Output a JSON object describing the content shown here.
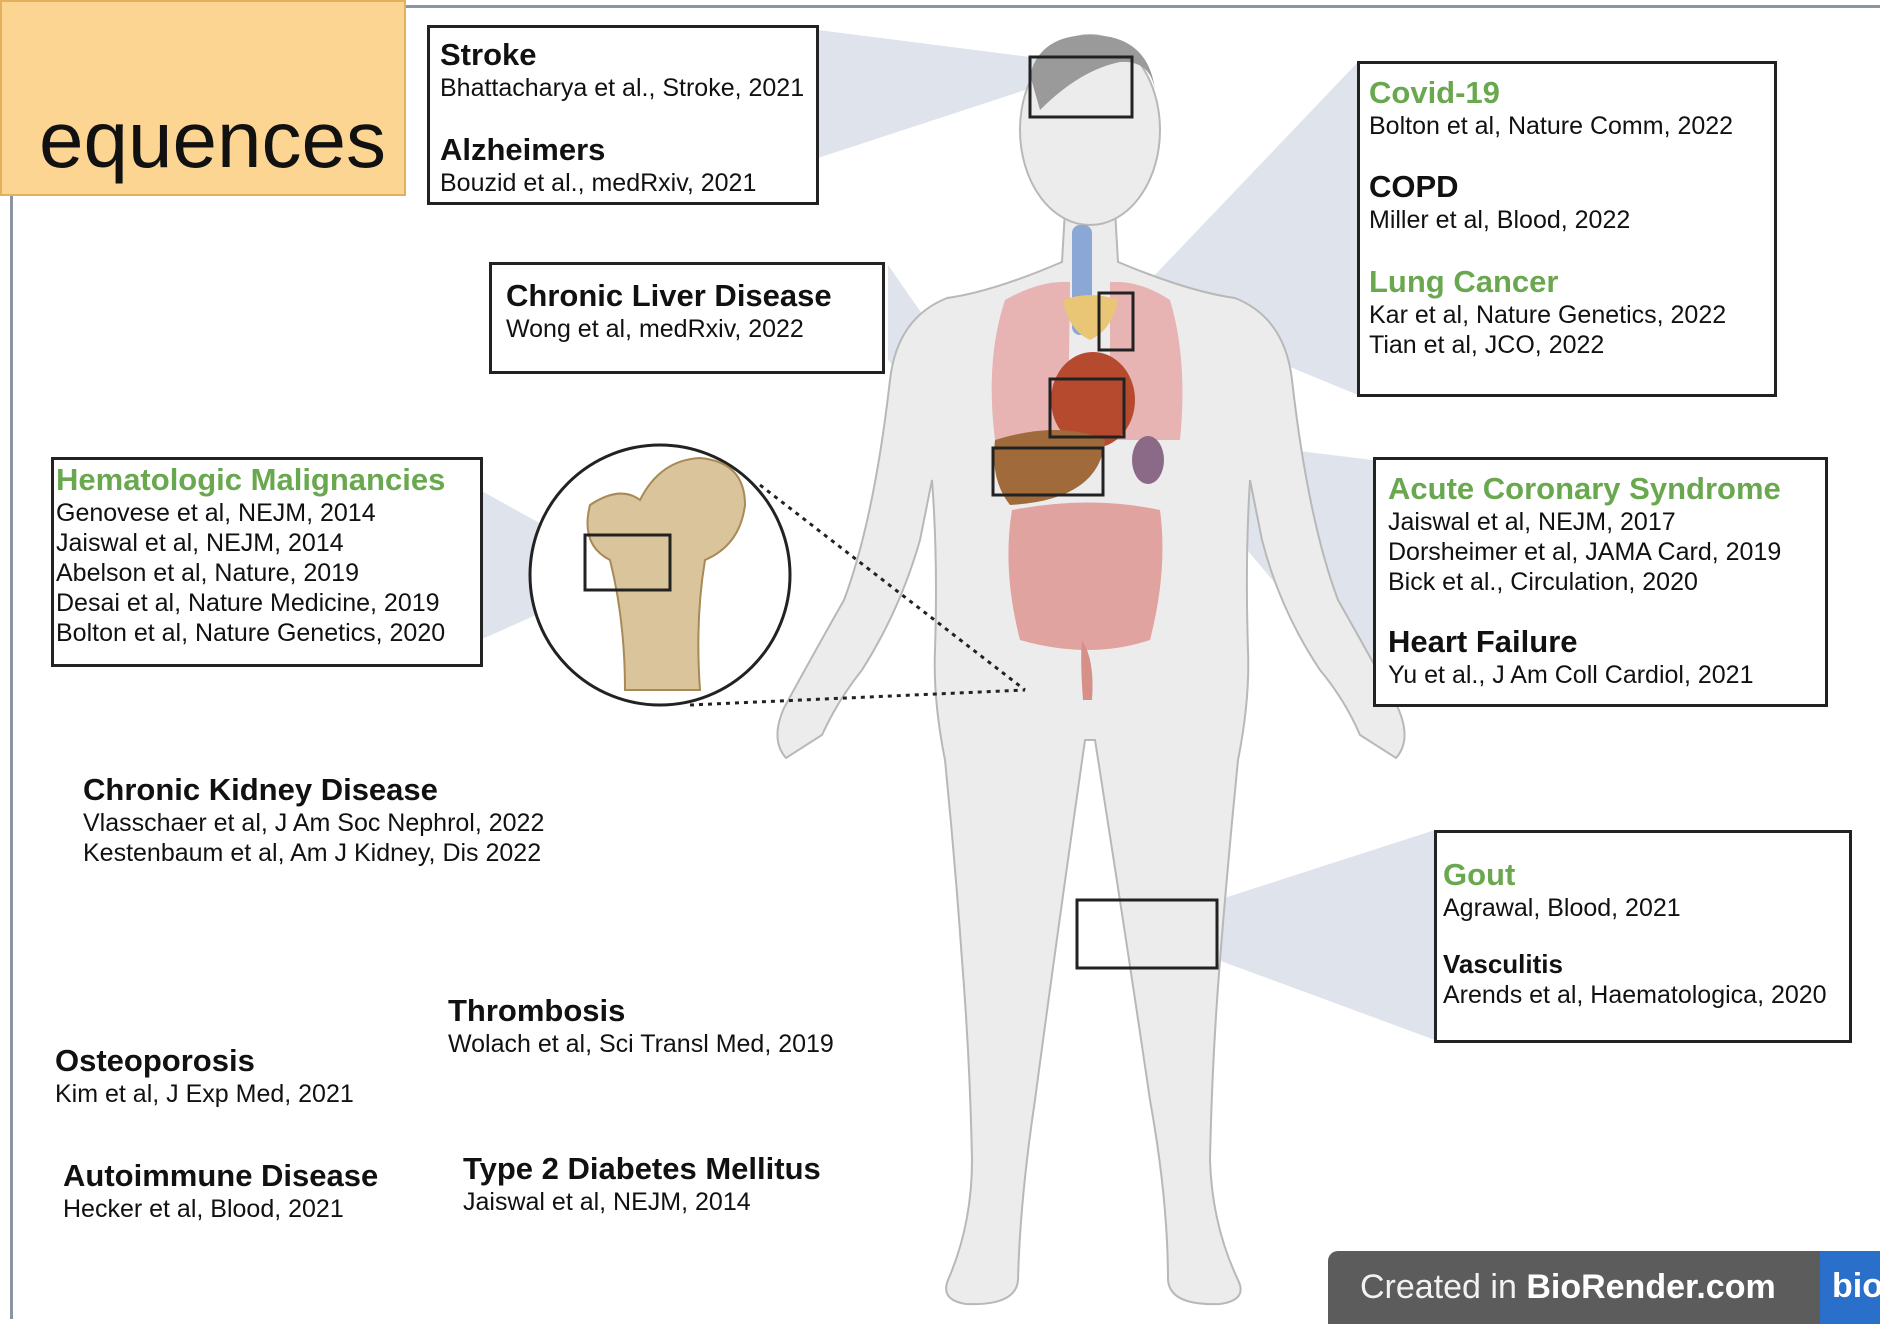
{
  "title_fragment": "equences",
  "colors": {
    "green_heading": "#6aa84f",
    "title_tab": "#fcd592",
    "footer_bg": "#5c5c5c",
    "logo_bg": "#2a6fc9"
  },
  "conditions": {
    "stroke": {
      "heading": "Stroke",
      "refs": [
        "Bhattacharya et al., Stroke, 2021"
      ]
    },
    "alzheimers": {
      "heading": "Alzheimers",
      "refs": [
        "Bouzid et al., medRxiv, 2021"
      ]
    },
    "liver": {
      "heading": "Chronic Liver Disease",
      "refs": [
        "Wong et al, medRxiv, 2022"
      ]
    },
    "covid": {
      "heading": "Covid-19",
      "refs": [
        "Bolton et al, Nature Comm, 2022"
      ]
    },
    "copd": {
      "heading": "COPD",
      "refs": [
        "Miller et al, Blood, 2022"
      ]
    },
    "lung": {
      "heading": "Lung Cancer",
      "refs": [
        "Kar et al, Nature Genetics, 2022",
        "Tian et al, JCO, 2022"
      ]
    },
    "heme": {
      "heading": "Hematologic Malignancies",
      "refs": [
        "Genovese et al, NEJM, 2014",
        "Jaiswal et al, NEJM, 2014",
        "Abelson et al, Nature, 2019",
        "Desai et al, Nature Medicine, 2019",
        "Bolton et al, Nature Genetics, 2020"
      ]
    },
    "acs": {
      "heading": "Acute Coronary Syndrome",
      "refs": [
        "Jaiswal et al, NEJM, 2017",
        "Dorsheimer et al, JAMA Card, 2019",
        "Bick et al., Circulation, 2020"
      ]
    },
    "hf": {
      "heading": "Heart Failure",
      "refs": [
        "Yu et al., J Am Coll Cardiol, 2021"
      ]
    },
    "ckd": {
      "heading": "Chronic Kidney Disease",
      "refs": [
        "Vlasschaer et al, J Am Soc Nephrol, 2022",
        "Kestenbaum et al, Am J Kidney, Dis 2022"
      ]
    },
    "gout": {
      "heading": "Gout",
      "refs": [
        "Agrawal, Blood, 2021"
      ]
    },
    "vasc": {
      "heading": "Vasculitis",
      "refs": [
        "Arends et al, Haematologica, 2020"
      ]
    },
    "thromb": {
      "heading": "Thrombosis",
      "refs": [
        "Wolach et al, Sci Transl Med, 2019"
      ]
    },
    "osteo": {
      "heading": "Osteoporosis",
      "refs": [
        "Kim et al, J Exp Med, 2021"
      ]
    },
    "autoimm": {
      "heading": "Autoimmune Disease",
      "refs": [
        "Hecker et al, Blood, 2021"
      ]
    },
    "t2d": {
      "heading": "Type 2 Diabetes Mellitus",
      "refs": [
        "Jaiswal et al, NEJM, 2014"
      ]
    }
  },
  "footer": {
    "prefix": "Created in ",
    "brand": "BioRender.com",
    "logo": "bio"
  }
}
